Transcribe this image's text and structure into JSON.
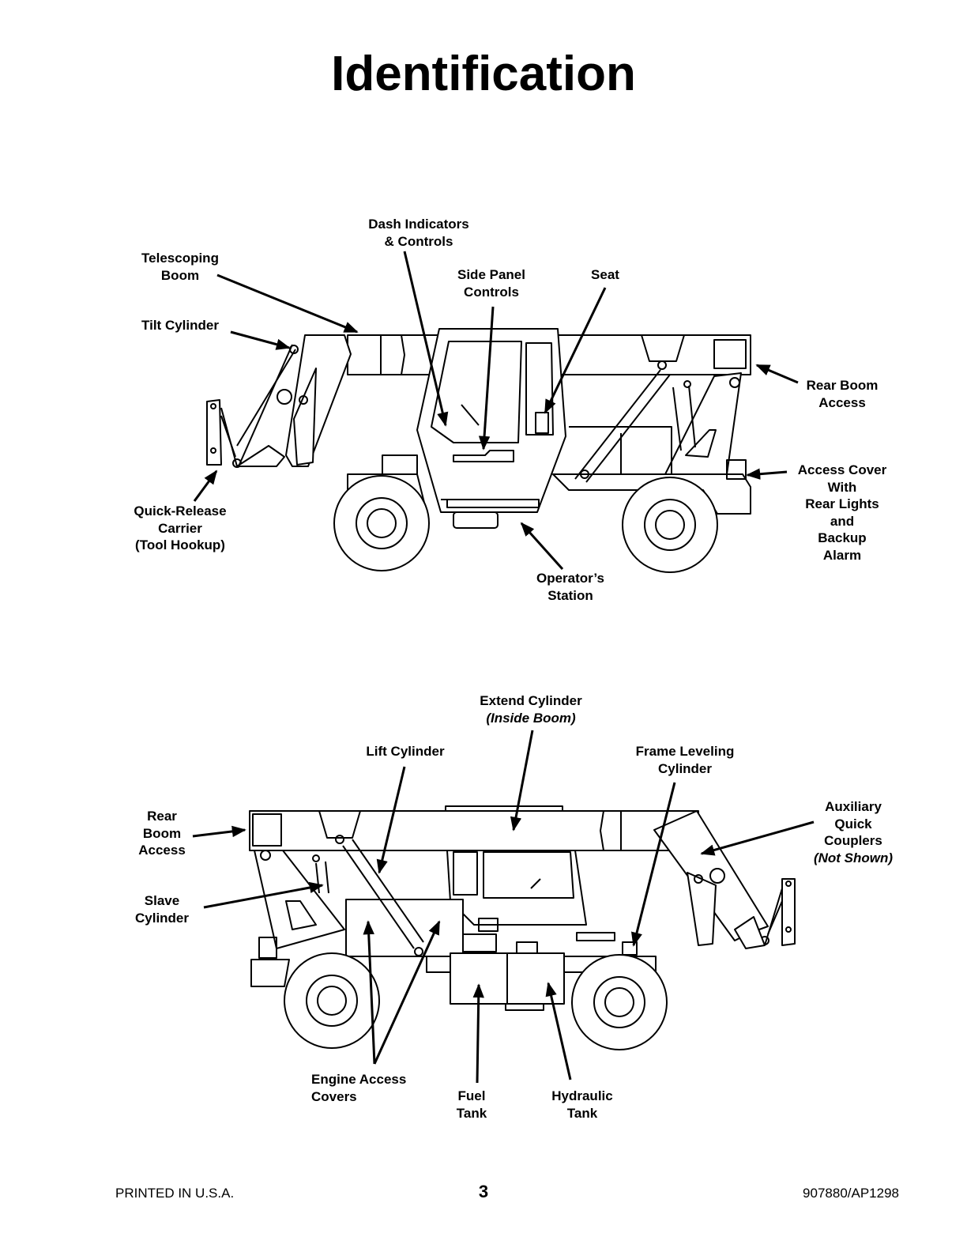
{
  "page": {
    "title": "Identification",
    "footer_left": "PRINTED IN U.S.A.",
    "page_number": "3",
    "footer_right": "907880/AP1298"
  },
  "top_view": {
    "labels": {
      "telescoping_boom": [
        "Telescoping",
        "Boom"
      ],
      "tilt_cylinder": [
        "Tilt Cylinder"
      ],
      "quick_release_carrier": [
        "Quick-Release",
        "Carrier",
        "(Tool Hookup)"
      ],
      "dash_indicators": [
        "Dash Indicators",
        "& Controls"
      ],
      "side_panel_controls": [
        "Side Panel",
        "Controls"
      ],
      "seat": [
        "Seat"
      ],
      "rear_boom_access": [
        "Rear Boom",
        "Access"
      ],
      "access_cover": [
        "Access Cover",
        "With",
        "Rear Lights",
        "and",
        "Backup",
        "Alarm"
      ],
      "operators_station": [
        "Operator’s",
        "Station"
      ]
    }
  },
  "bottom_view": {
    "labels": {
      "extend_cylinder": [
        "Extend Cylinder"
      ],
      "extend_cylinder_note": "(Inside Boom)",
      "lift_cylinder": [
        "Lift Cylinder"
      ],
      "frame_leveling_cylinder": [
        "Frame Leveling",
        "Cylinder"
      ],
      "rear_boom_access": [
        "Rear",
        "Boom",
        "Access"
      ],
      "auxiliary_quick_couplers": [
        "Auxiliary",
        "Quick",
        "Couplers"
      ],
      "auxiliary_note": "(Not Shown)",
      "slave_cylinder": [
        "Slave",
        "Cylinder"
      ],
      "engine_access_covers": [
        "Engine Access",
        "Covers"
      ],
      "fuel_tank": [
        "Fuel",
        "Tank"
      ],
      "hydraulic_tank": [
        "Hydraulic",
        "Tank"
      ]
    }
  }
}
